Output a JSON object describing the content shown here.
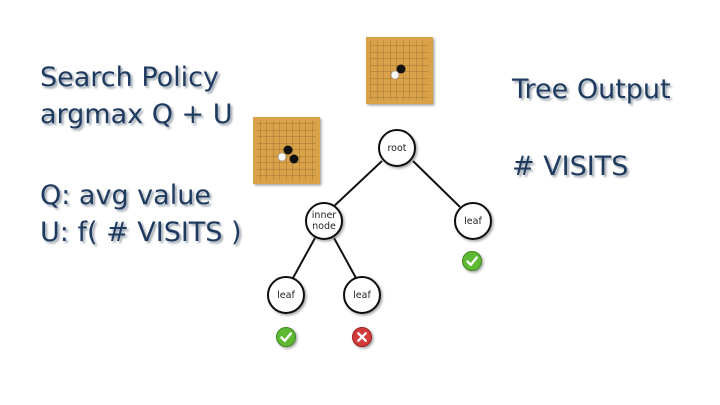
{
  "left_text": {
    "policy_title": "Search Policy",
    "policy_formula": "argmax Q + U",
    "q_def": "Q: avg value",
    "u_def": "U: f( # VISITS )"
  },
  "right_text": {
    "tree_output": "Tree Output",
    "visits": "# VISITS"
  },
  "tree": {
    "root": "root",
    "inner_line1": "inner",
    "inner_line2": "node",
    "leaf_right": "leaf",
    "leaf_bottom_left": "leaf",
    "leaf_bottom_mid": "leaf"
  },
  "colors": {
    "text": "#1f3a5f",
    "board": "#d9a24a",
    "check": "#5fb832",
    "cross": "#d23a3a"
  }
}
